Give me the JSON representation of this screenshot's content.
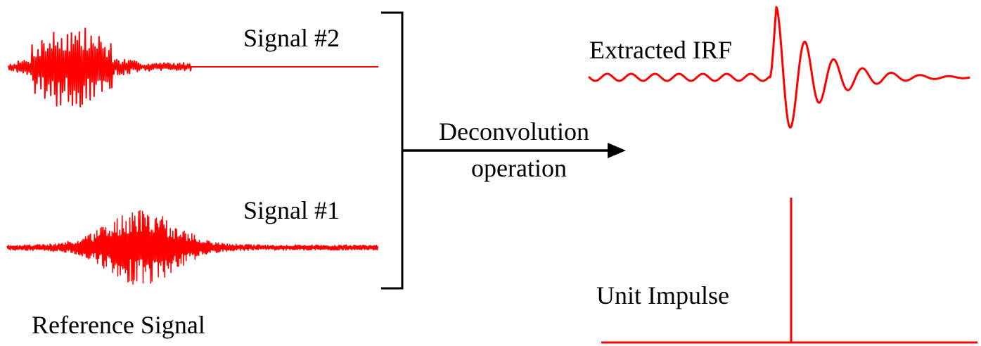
{
  "labels": {
    "signal2": "Signal #2",
    "signal1": "Signal #1",
    "reference": "Reference Signal",
    "operation_line1": "Deconvolution",
    "operation_line2": "operation",
    "extracted": "Extracted IRF",
    "impulse": "Unit Impulse"
  },
  "colors": {
    "waveform": "#ff0000",
    "bracket": "#000000",
    "arrow": "#000000",
    "text": "#000000",
    "background": "#ffffff"
  }
}
